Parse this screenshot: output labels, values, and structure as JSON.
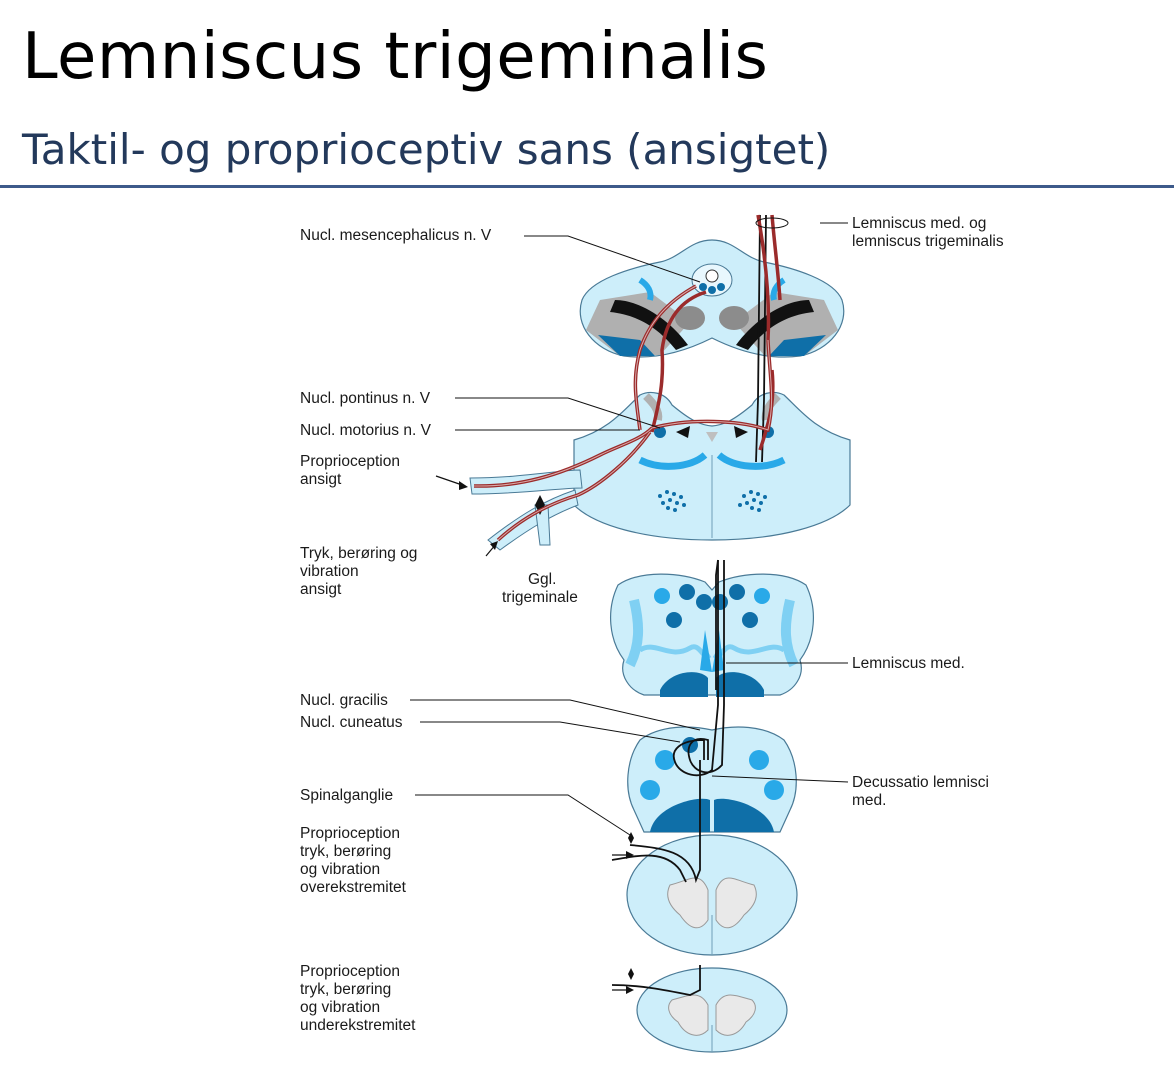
{
  "title": "Lemniscus trigeminalis",
  "subtitle": "Taktil- og proprioceptiv sans (ansigtet)",
  "labels": {
    "nucl_mesencephalicus": "Nucl. mesencephalicus n. V",
    "lemniscus_med_og_1": "Lemniscus med. og",
    "lemniscus_med_og_2": "lemniscus trigeminalis",
    "nucl_pontinus": "Nucl. pontinus n. V",
    "nucl_motorius": "Nucl. motorius n. V",
    "proprio_ansigt_1": "Proprioception",
    "proprio_ansigt_2": "ansigt",
    "tryk_ansigt_1": "Tryk, berøring og",
    "tryk_ansigt_2": "vibration",
    "tryk_ansigt_3": "ansigt",
    "ggl_1": "Ggl.",
    "ggl_2": "trigeminale",
    "lemniscus_med": "Lemniscus med.",
    "nucl_gracilis": "Nucl. gracilis",
    "nucl_cuneatus": "Nucl. cuneatus",
    "decussatio_1": "Decussatio lemnisci",
    "decussatio_2": "med.",
    "spinalganglie": "Spinalganglie",
    "over_1": "Proprioception",
    "over_2": "tryk, berøring",
    "over_3": "og vibration",
    "over_4": "overekstremitet",
    "under_1": "Proprioception",
    "under_2": "tryk, berøring",
    "under_3": "og vibration",
    "under_4": "underekstremitet"
  },
  "colors": {
    "tissue_light": "#cdeefa",
    "tissue_mid": "#7fd0f3",
    "nucleus_blue": "#29a9e8",
    "nucleus_dark": "#0f6fa8",
    "pathway_red": "#9b2b2b",
    "pathway_black": "#111111",
    "grey": "#8c8c8c",
    "rule": "#3d5a8a",
    "subtitle": "#23395b"
  }
}
